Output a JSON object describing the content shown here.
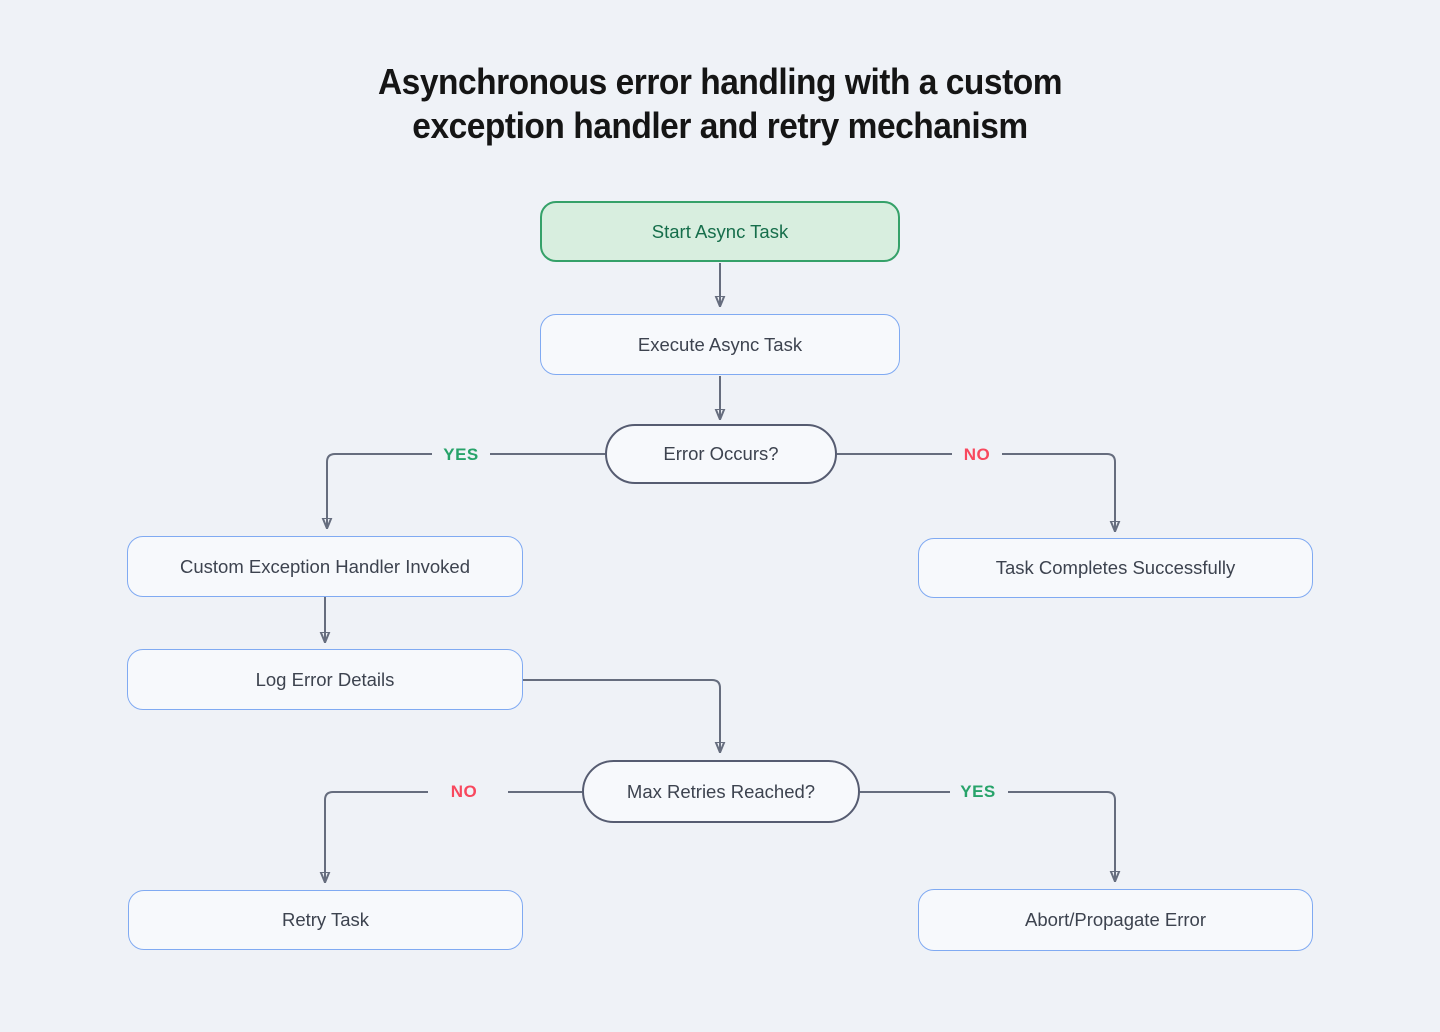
{
  "title": {
    "line1": "Asynchronous error handling with a custom",
    "line2": "exception handler and retry mechanism"
  },
  "nodes": {
    "start": {
      "label": "Start Async Task",
      "type": "start"
    },
    "execute": {
      "label": "Execute Async Task",
      "type": "process"
    },
    "error_decision": {
      "label": "Error Occurs?",
      "type": "decision"
    },
    "handler": {
      "label": "Custom Exception Handler Invoked",
      "type": "process"
    },
    "task_completes": {
      "label": "Task Completes Successfully",
      "type": "process"
    },
    "log": {
      "label": "Log Error Details",
      "type": "process"
    },
    "max_retries": {
      "label": "Max Retries Reached?",
      "type": "decision"
    },
    "retry": {
      "label": "Retry Task",
      "type": "process"
    },
    "abort": {
      "label": "Abort/Propagate Error",
      "type": "process"
    }
  },
  "edge_labels": {
    "error_yes": "YES",
    "error_no": "NO",
    "retries_no": "NO",
    "retries_yes": "YES"
  },
  "colors": {
    "background": "#eff2f7",
    "box_fill": "#f7f9fc",
    "box_border_blue": "#80aaf2",
    "start_fill": "#d8eedf",
    "start_border": "#35a169",
    "start_text": "#166e4b",
    "pill_border": "#565c71",
    "text": "#3d434f",
    "line": "#666d7e",
    "yes_label": "#27a36a",
    "no_label": "#f8485e",
    "title_text": "#151515"
  }
}
